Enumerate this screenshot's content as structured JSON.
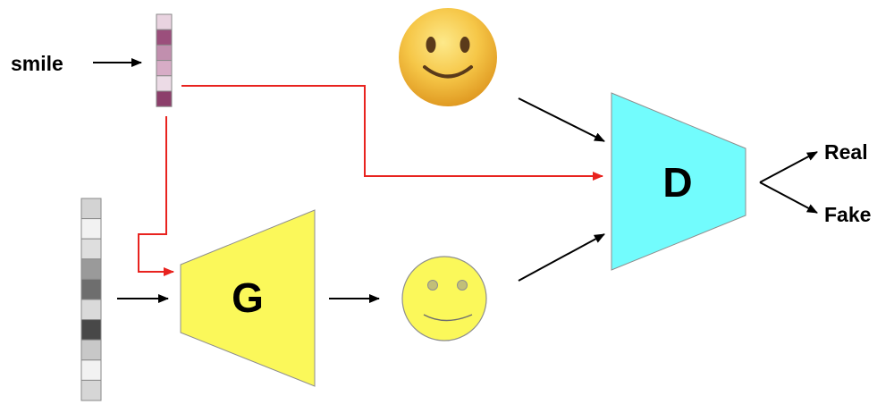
{
  "labels": {
    "condition": "smile",
    "generator": "G",
    "discriminator": "D",
    "output_real": "Real",
    "output_fake": "Fake"
  },
  "colors": {
    "generator_fill": "#fbf85a",
    "discriminator_fill": "#72fcfd",
    "conditional_arrow": "#e8231f",
    "arrow": "#000000",
    "generated_face_fill": "#fbf85a",
    "real_face_fill": "#f4c542"
  },
  "condition_vector_shades": [
    "#e9d3e0",
    "#9b4f7c",
    "#c18fae",
    "#d7acc6",
    "#ecdbe6",
    "#8c3f6b"
  ],
  "noise_vector_shades": [
    "#d3d3d3",
    "#f2f2f2",
    "#dedede",
    "#9a9a9a",
    "#6e6e6e",
    "#dadada",
    "#484848",
    "#c8c8c8",
    "#f2f2f2",
    "#d6d6d6"
  ],
  "icons": {
    "real_face": "smiling-face-emoji-icon",
    "generated_face": "simple-smiley-face-icon"
  }
}
